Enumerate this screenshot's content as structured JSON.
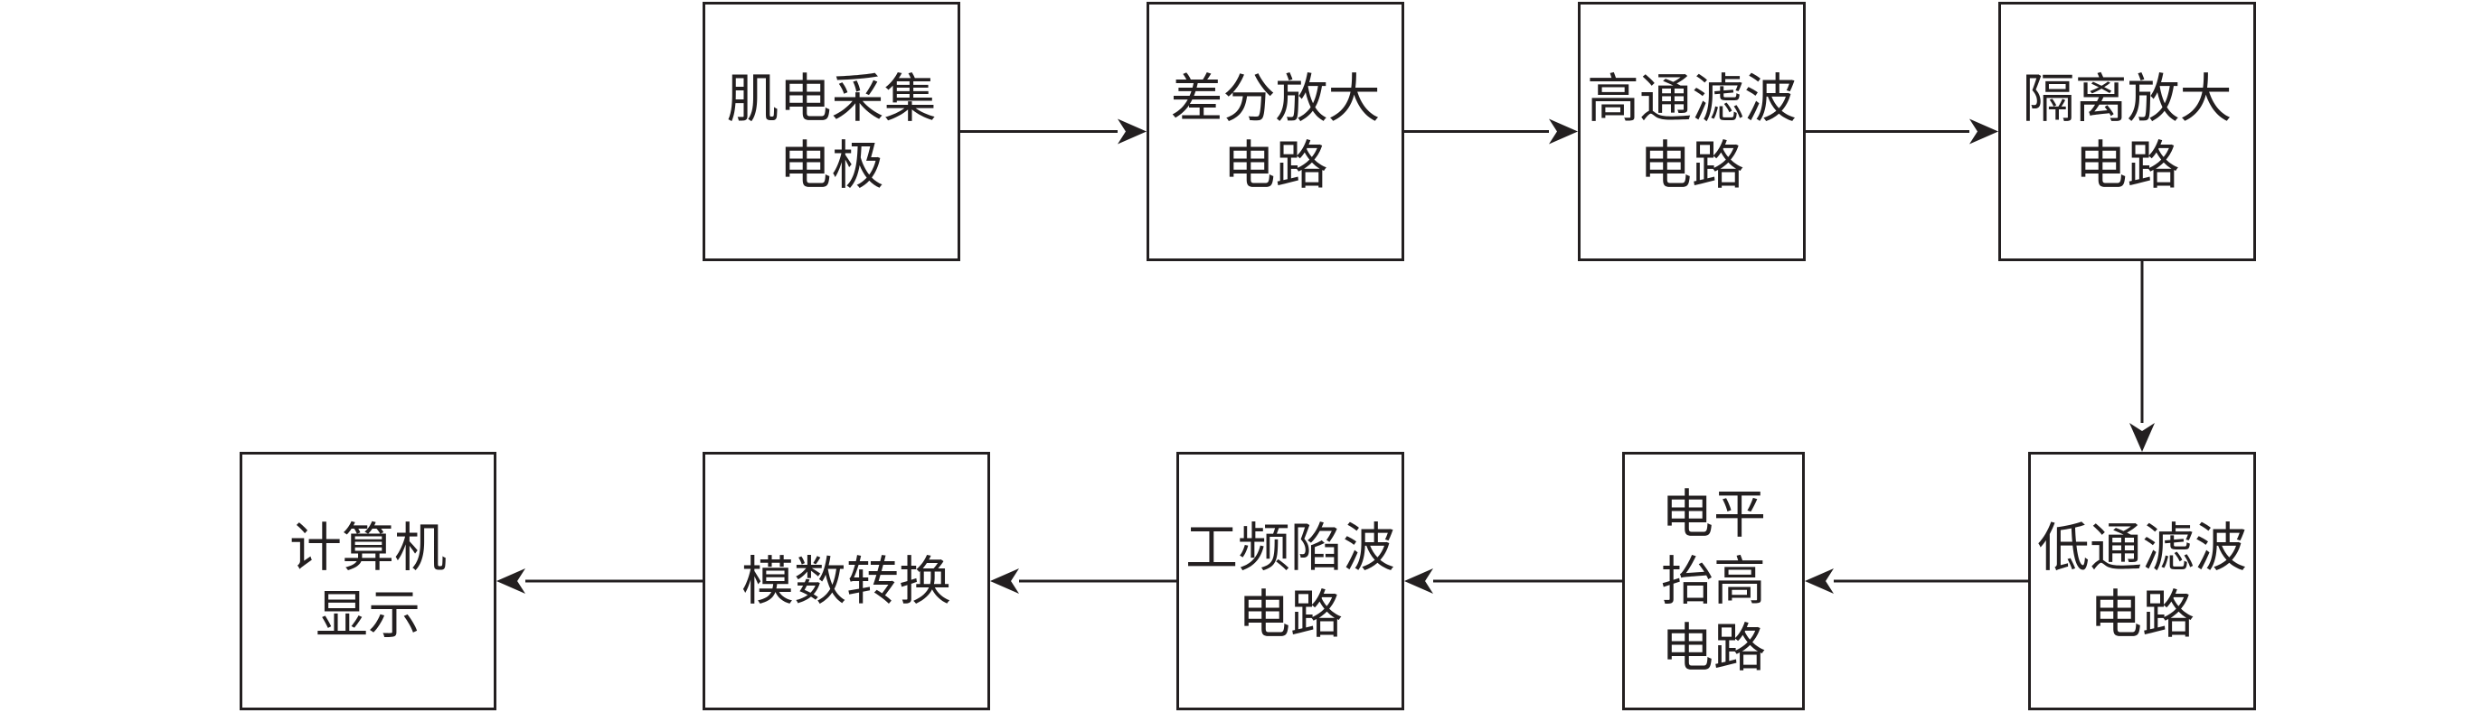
{
  "colors": {
    "stroke": "#231f20",
    "text": "#231f20",
    "background": "#ffffff"
  },
  "blocks": {
    "emg_electrode": {
      "lines": [
        "肌电采集",
        "电极"
      ]
    },
    "differential_amp": {
      "lines": [
        "差分放大",
        "电路"
      ]
    },
    "highpass_filter": {
      "lines": [
        "高通滤波",
        "电路"
      ]
    },
    "isolation_amp": {
      "lines": [
        "隔离放大",
        "电路"
      ]
    },
    "lowpass_filter": {
      "lines": [
        "低通滤波",
        "电路"
      ]
    },
    "level_shift": {
      "lines": [
        "电平",
        "抬高",
        "电路"
      ]
    },
    "notch_filter": {
      "lines": [
        "工频陷波",
        "电路"
      ]
    },
    "adc": {
      "lines": [
        "模数转换"
      ]
    },
    "computer_display": {
      "lines": [
        "计算机",
        "显示"
      ]
    }
  },
  "connections": [
    {
      "from": "emg_electrode",
      "to": "differential_amp"
    },
    {
      "from": "differential_amp",
      "to": "highpass_filter"
    },
    {
      "from": "highpass_filter",
      "to": "isolation_amp"
    },
    {
      "from": "isolation_amp",
      "to": "lowpass_filter"
    },
    {
      "from": "lowpass_filter",
      "to": "level_shift"
    },
    {
      "from": "level_shift",
      "to": "notch_filter"
    },
    {
      "from": "notch_filter",
      "to": "adc"
    },
    {
      "from": "adc",
      "to": "computer_display"
    }
  ]
}
